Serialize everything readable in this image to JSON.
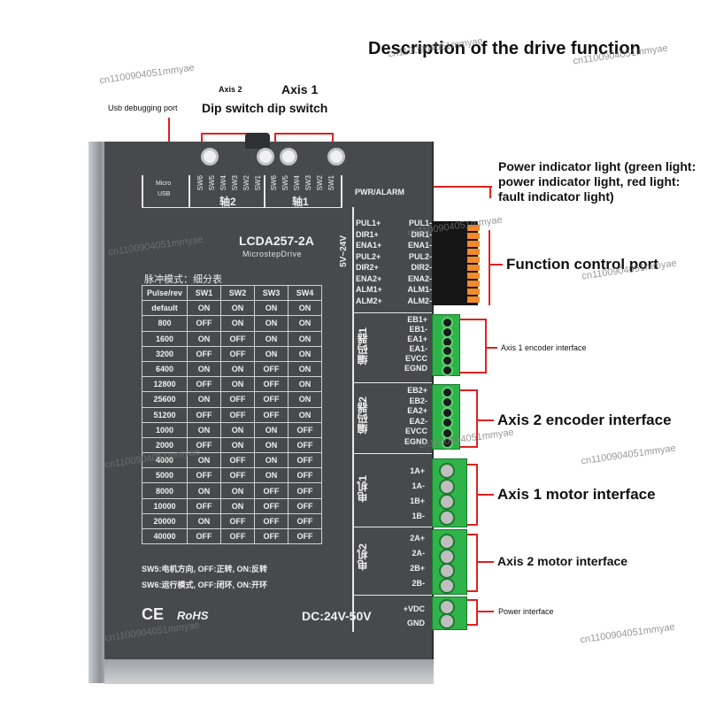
{
  "headline": "Description of the drive function",
  "labels": {
    "usb_port": "Usb debugging port",
    "axis2_top": "Axis 2",
    "axis1_top": "Axis 1",
    "dip_switch": "Dip switch dip switch",
    "power_indicator": "Power indicator light (green light: power indicator light, red light: fault indicator light)",
    "function_control": "Function control port",
    "axis1_encoder": "Axis 1 encoder interface",
    "axis2_encoder": "Axis 2 encoder interface",
    "axis1_motor": "Axis 1 motor interface",
    "axis2_motor": "Axis 2 motor interface",
    "power_interface": "Power interface"
  },
  "watermark": "cn1100904051mmyae",
  "device": {
    "model": "LCDA257-2A",
    "subtitle": "MicrostepDrive",
    "micro_usb": "Micro",
    "usb": "USB",
    "axis2_cn": "轴2",
    "axis1_cn": "轴1",
    "sw_labels_axis2": [
      "SW6",
      "SW5",
      "SW4",
      "SW3",
      "SW2",
      "SW1"
    ],
    "sw_labels_axis1": [
      "SW6",
      "SW5",
      "SW4",
      "SW3",
      "SW2",
      "SW1"
    ],
    "pwr_alarm": "PWR/ALARM",
    "pulse_mode": "脉冲模式：细分表",
    "voltage_vertical": "5V~24V",
    "encoder1_cn": "编码器1",
    "encoder2_cn": "编码器2",
    "motor1_cn": "电机1",
    "motor2_cn": "电机2",
    "note_sw5": "SW5:电机方向, OFF:正转, ON:反转",
    "note_sw6": "SW6:运行模式, OFF:闭环, ON:开环",
    "ce": "CE",
    "rohs": "RoHS",
    "dc": "DC:24V-50V",
    "power_pins": [
      "+VDC",
      "GND"
    ],
    "control_pins": [
      [
        "PUL1+",
        "PUL1-"
      ],
      [
        "DIR1+",
        "DIR1-"
      ],
      [
        "ENA1+",
        "ENA1-"
      ],
      [
        "PUL2+",
        "PUL2-"
      ],
      [
        "DIR2+",
        "DIR2-"
      ],
      [
        "ENA2+",
        "ENA2-"
      ],
      [
        "ALM1+",
        "ALM1-"
      ],
      [
        "ALM2+",
        "ALM2-"
      ]
    ],
    "encoder1_pins": [
      "EB1+",
      "EB1-",
      "EA1+",
      "EA1-",
      "EVCC",
      "EGND"
    ],
    "encoder2_pins": [
      "EB2+",
      "EB2-",
      "EA2+",
      "EA2-",
      "EVCC",
      "EGND"
    ],
    "motor1_pins": [
      "1A+",
      "1A-",
      "1B+",
      "1B-"
    ],
    "motor2_pins": [
      "2A+",
      "2A-",
      "2B+",
      "2B-"
    ]
  },
  "table": {
    "headers": [
      "Pulse/rev",
      "SW1",
      "SW2",
      "SW3",
      "SW4"
    ],
    "rows": [
      [
        "default",
        "ON",
        "ON",
        "ON",
        "ON"
      ],
      [
        "800",
        "OFF",
        "ON",
        "ON",
        "ON"
      ],
      [
        "1600",
        "ON",
        "OFF",
        "ON",
        "ON"
      ],
      [
        "3200",
        "OFF",
        "OFF",
        "ON",
        "ON"
      ],
      [
        "6400",
        "ON",
        "ON",
        "OFF",
        "ON"
      ],
      [
        "12800",
        "OFF",
        "ON",
        "OFF",
        "ON"
      ],
      [
        "25600",
        "ON",
        "OFF",
        "OFF",
        "ON"
      ],
      [
        "51200",
        "OFF",
        "OFF",
        "OFF",
        "ON"
      ],
      [
        "1000",
        "ON",
        "ON",
        "ON",
        "OFF"
      ],
      [
        "2000",
        "OFF",
        "ON",
        "ON",
        "OFF"
      ],
      [
        "4000",
        "ON",
        "OFF",
        "ON",
        "OFF"
      ],
      [
        "5000",
        "OFF",
        "OFF",
        "ON",
        "OFF"
      ],
      [
        "8000",
        "ON",
        "ON",
        "OFF",
        "OFF"
      ],
      [
        "10000",
        "OFF",
        "ON",
        "OFF",
        "OFF"
      ],
      [
        "20000",
        "ON",
        "OFF",
        "OFF",
        "OFF"
      ],
      [
        "40000",
        "OFF",
        "OFF",
        "OFF",
        "OFF"
      ]
    ]
  }
}
